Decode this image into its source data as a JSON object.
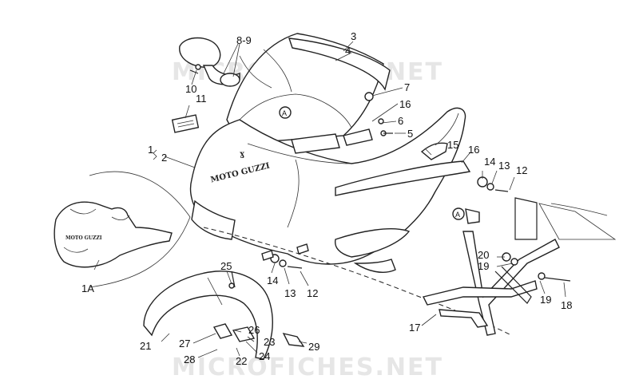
{
  "watermark": "MICROFICHES.NET",
  "logo_text": "MOTO GUZZI",
  "ref_marker": "A",
  "callouts": [
    {
      "id": "c1",
      "text": "1"
    },
    {
      "id": "c2",
      "text": "2"
    },
    {
      "id": "c1a",
      "text": "1A"
    },
    {
      "id": "c3",
      "text": "3"
    },
    {
      "id": "c4",
      "text": "4"
    },
    {
      "id": "c5",
      "text": "5"
    },
    {
      "id": "c6",
      "text": "6"
    },
    {
      "id": "c7",
      "text": "7"
    },
    {
      "id": "c89",
      "text": "8-9"
    },
    {
      "id": "c10",
      "text": "10"
    },
    {
      "id": "c11",
      "text": "11"
    },
    {
      "id": "c12a",
      "text": "12"
    },
    {
      "id": "c13a",
      "text": "13"
    },
    {
      "id": "c14a",
      "text": "14"
    },
    {
      "id": "c15",
      "text": "15"
    },
    {
      "id": "c16a",
      "text": "16"
    },
    {
      "id": "c16b",
      "text": "16"
    },
    {
      "id": "c12b",
      "text": "12"
    },
    {
      "id": "c13b",
      "text": "13"
    },
    {
      "id": "c14b",
      "text": "14"
    },
    {
      "id": "c17",
      "text": "17"
    },
    {
      "id": "c18",
      "text": "18"
    },
    {
      "id": "c19a",
      "text": "19"
    },
    {
      "id": "c19b",
      "text": "19"
    },
    {
      "id": "c20",
      "text": "20"
    },
    {
      "id": "c21",
      "text": "21"
    },
    {
      "id": "c22",
      "text": "22"
    },
    {
      "id": "c23",
      "text": "23"
    },
    {
      "id": "c24",
      "text": "24"
    },
    {
      "id": "c25",
      "text": "25"
    },
    {
      "id": "c26",
      "text": "26"
    },
    {
      "id": "c27",
      "text": "27"
    },
    {
      "id": "c28",
      "text": "28"
    },
    {
      "id": "c29",
      "text": "29"
    }
  ]
}
